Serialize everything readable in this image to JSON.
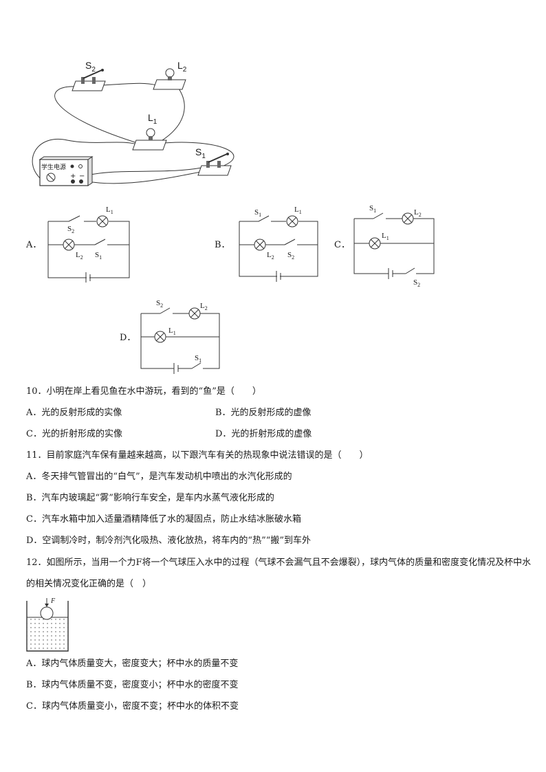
{
  "figure_main": {
    "labels": {
      "S2": "S",
      "S2_sub": "2",
      "L2": "L",
      "L2_sub": "2",
      "L1": "L",
      "L1_sub": "1",
      "S1": "S",
      "S1_sub": "1"
    },
    "power_supply_label": "学生电源",
    "plus": "+",
    "minus": "−"
  },
  "circuit_options": {
    "A": {
      "letter": "A．",
      "s_top": "S",
      "s_top_sub": "2",
      "l_top": "L",
      "l_top_sub": "1",
      "l_mid": "L",
      "l_mid_sub": "2",
      "s_mid": "S",
      "s_mid_sub": "1"
    },
    "B": {
      "letter": "B．",
      "s_top": "S",
      "s_top_sub": "1",
      "l_top": "L",
      "l_top_sub": "1",
      "l_mid": "L",
      "l_mid_sub": "2",
      "s_mid": "S",
      "s_mid_sub": "2"
    },
    "C": {
      "letter": "C．",
      "s_top": "S",
      "s_top_sub": "1",
      "l_top": "L",
      "l_top_sub": "2",
      "l_mid": "L",
      "l_mid_sub": "1",
      "s_bot": "S",
      "s_bot_sub": "2"
    },
    "D": {
      "letter": "D．",
      "s_top": "S",
      "s_top_sub": "2",
      "l_top": "L",
      "l_top_sub": "2",
      "l_mid": "L",
      "l_mid_sub": "1",
      "s_bot": "S",
      "s_bot_sub": "1"
    }
  },
  "q10": {
    "stem": "10．小明在岸上看见鱼在水中游玩，看到的“鱼”是（　　）",
    "A": "A．光的反射形成的实像",
    "B": "B．光的反射形成的虚像",
    "C": "C．光的折射形成的实像",
    "D": "D．光的折射形成的虚像"
  },
  "q11": {
    "stem": "11．目前家庭汽车保有量越来越高，以下跟汽车有关的热现象中说法错误的是（　　）",
    "A": "A．冬天排气管冒出的“白气”，是汽车发动机中喷出的水汽化形成的",
    "B": "B．汽车内玻璃起“雾”影响行车安全，是车内水蒸气液化形成的",
    "C": "C．汽车水箱中加入适量酒精降低了水的凝固点，防止水结冰胀破水箱",
    "D": "D．空调制冷时，制冷剂汽化吸热、液化放热，将车内的“热”“搬”到车外"
  },
  "q12": {
    "stem": "12．如图所示，当用一个力F将一个气球压入水中的过程（气球不会漏气且不会爆裂），球内气体的质量和密度变化情况及杯中水的相关情况变化正确的是（　）",
    "force_label": "F",
    "A": "A．球内气体质量变大，密度变大；杯中水的质量不变",
    "B": "B．球内气体质量不变，密度变小；杯中水的密度不变",
    "C": "C．球内气体质量变小，密度不变；杯中水的体积不变"
  }
}
